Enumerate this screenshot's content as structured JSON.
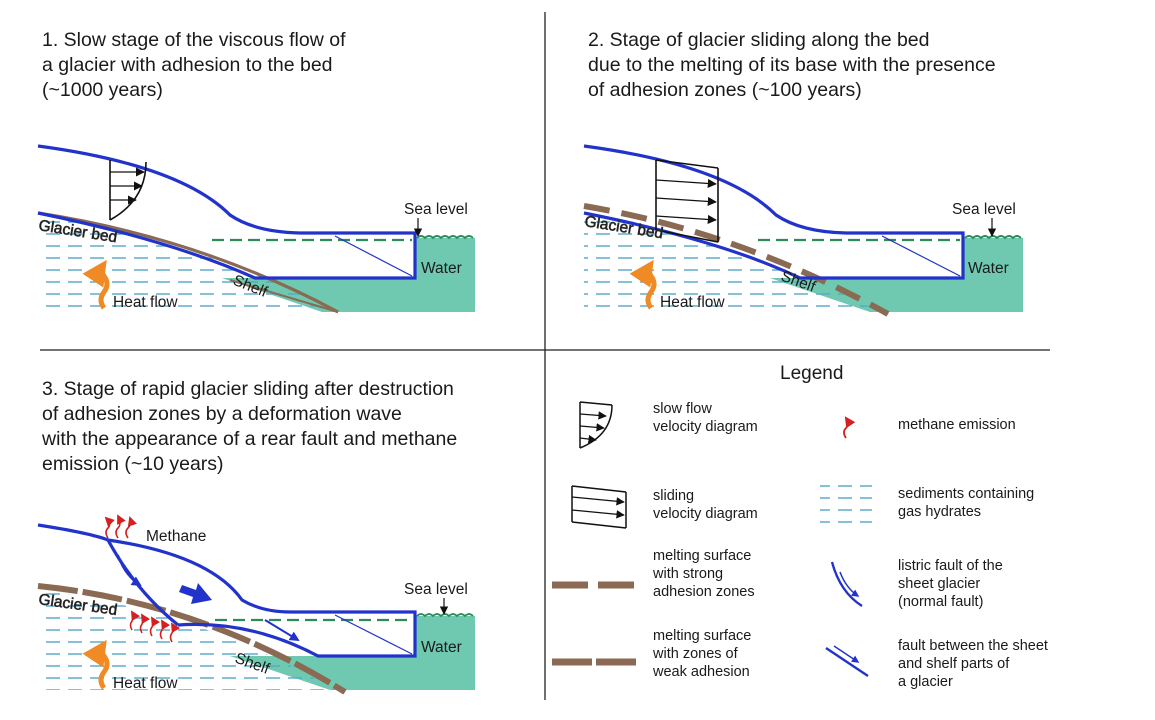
{
  "panels": [
    {
      "id": "p1",
      "title_lines": [
        "1. Slow stage of the viscous flow of",
        "a glacier with adhesion to the bed",
        "(~1000 years)"
      ],
      "labels": {
        "glacier_bed": "Glacier bed",
        "heat_flow": "Heat flow",
        "shelf": "Shelf",
        "sea_level": "Sea level",
        "water": "Water"
      }
    },
    {
      "id": "p2",
      "title_lines": [
        "2. Stage of glacier sliding along the bed",
        "due to the melting of its base with the presence",
        "of adhesion zones (~100 years)"
      ],
      "labels": {
        "glacier_bed": "Glacier bed",
        "heat_flow": "Heat flow",
        "shelf": "Shelf",
        "sea_level": "Sea level",
        "water": "Water"
      }
    },
    {
      "id": "p3",
      "title_lines": [
        "3. Stage of rapid glacier sliding after destruction",
        "of adhesion zones by a deformation wave",
        "with the appearance of a rear fault and methane",
        "emission (~10 years)"
      ],
      "labels": {
        "glacier_bed": "Glacier bed",
        "heat_flow": "Heat flow",
        "shelf": "Shelf",
        "sea_level": "Sea level",
        "water": "Water",
        "methane": "Methane"
      }
    }
  ],
  "legend": {
    "title": "Legend",
    "items": [
      {
        "id": "slow-flow",
        "icon": "slow-flow-velocity-icon",
        "lines": [
          "slow flow",
          "velocity diagram"
        ]
      },
      {
        "id": "sliding",
        "icon": "sliding-velocity-icon",
        "lines": [
          "sliding",
          "velocity diagram"
        ]
      },
      {
        "id": "strong-adhesion",
        "icon": "strong-adhesion-line-icon",
        "lines": [
          "melting surface",
          "with strong",
          "adhesion zones"
        ]
      },
      {
        "id": "weak-adhesion",
        "icon": "weak-adhesion-line-icon",
        "lines": [
          "melting surface",
          "with zones of",
          "weak adhesion"
        ]
      },
      {
        "id": "methane",
        "icon": "methane-emission-icon",
        "lines": [
          "methane emission"
        ]
      },
      {
        "id": "sediments",
        "icon": "sediments-icon",
        "lines": [
          "sediments containing",
          "gas hydrates"
        ]
      },
      {
        "id": "listric-fault",
        "icon": "listric-fault-icon",
        "lines": [
          "listric fault of the",
          "sheet glacier",
          "(normal fault)"
        ]
      },
      {
        "id": "sheet-shelf-fault",
        "icon": "sheet-shelf-fault-icon",
        "lines": [
          "fault between the sheet",
          "and shelf parts of",
          "a glacier"
        ]
      }
    ]
  },
  "colors": {
    "ice": "#2233cc",
    "water": "#6fc8b0",
    "sediment": "#55a8c8",
    "bed": "#8a6a52",
    "dash_line": "#2e8a57",
    "heat": "#f08a24",
    "methane": "#d42020",
    "divider": "#222222"
  }
}
